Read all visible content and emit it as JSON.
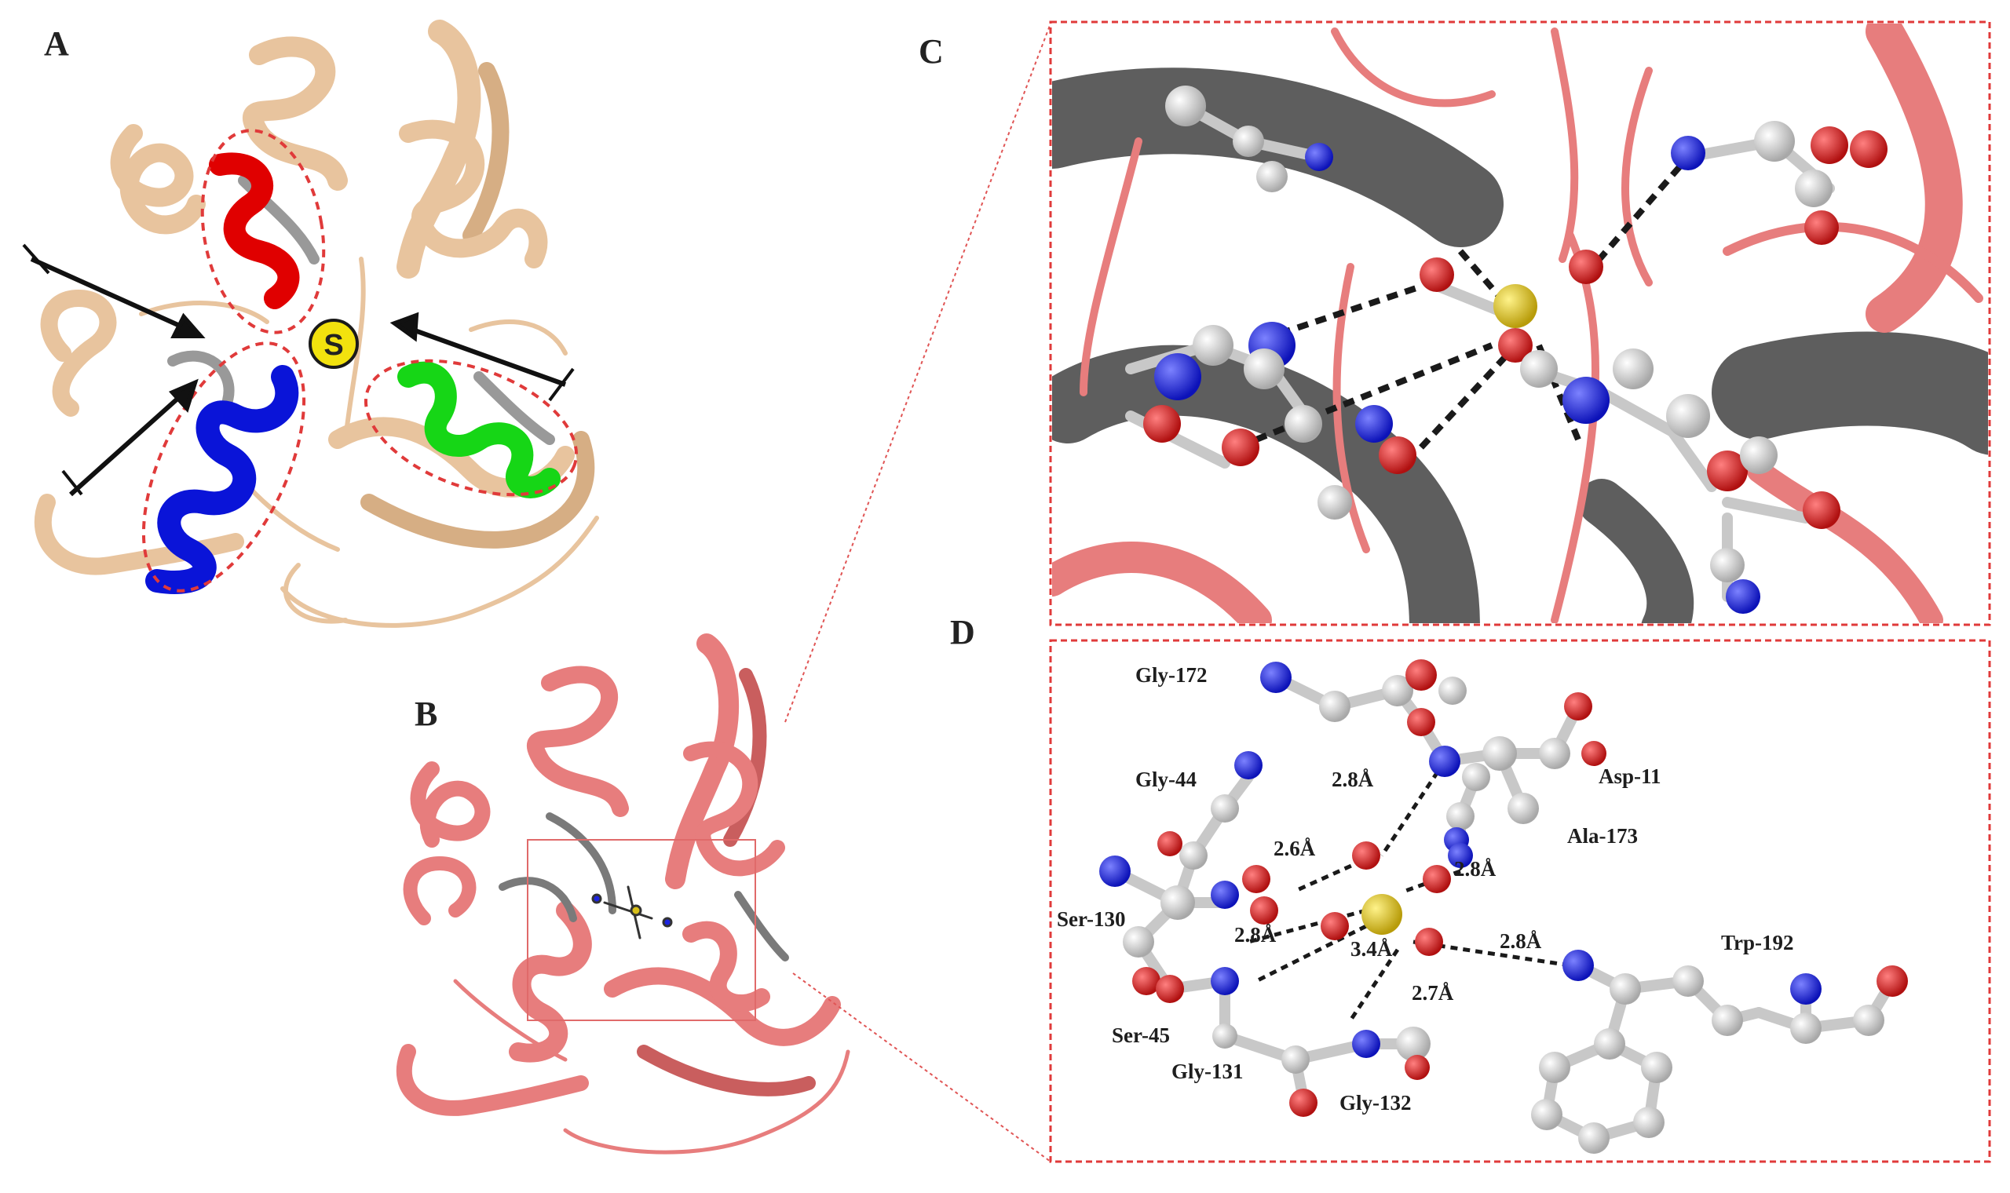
{
  "panels": {
    "a": {
      "letter": "A"
    },
    "b": {
      "letter": "B"
    },
    "c": {
      "letter": "C"
    },
    "d": {
      "letter": "D"
    }
  },
  "site_marker": {
    "label": "S",
    "color": "#f2e20e"
  },
  "colors": {
    "ribbon_tan": "#e8c49e",
    "ribbon_salmon": "#e77d7d",
    "ribbon_gray": "#6e6e6e",
    "helix_red": "#e00000",
    "helix_blue": "#0a14d8",
    "helix_green": "#16d616",
    "ellipse_dash": "#e03a3a",
    "atom_carbon": "#d8d8d8",
    "atom_nitrogen": "#1d24e0",
    "atom_oxygen": "#d61c1c",
    "atom_sulfur": "#d8c01a"
  },
  "residues": [
    {
      "label": "Gly-172"
    },
    {
      "label": "Gly-44"
    },
    {
      "label": "Asp-11"
    },
    {
      "label": "Ala-173"
    },
    {
      "label": "Ser-130"
    },
    {
      "label": "Trp-192"
    },
    {
      "label": "Ser-45"
    },
    {
      "label": "Gly-131"
    },
    {
      "label": "Gly-132"
    }
  ],
  "distances": [
    {
      "label": "2.8Å"
    },
    {
      "label": "2.6Å"
    },
    {
      "label": "2.8Å"
    },
    {
      "label": "2.8Å"
    },
    {
      "label": "3.4Å"
    },
    {
      "label": "2.8Å"
    },
    {
      "label": "2.7Å"
    }
  ]
}
